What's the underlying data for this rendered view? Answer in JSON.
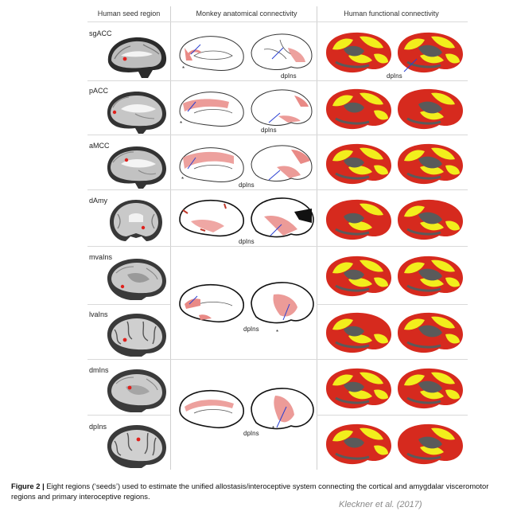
{
  "headers": {
    "seed": "Human seed region",
    "monkey": "Monkey anatomical connectivity",
    "human": "Human functional connectivity"
  },
  "rows": [
    {
      "seed": "sgACC"
    },
    {
      "seed": "pACC"
    },
    {
      "seed": "aMCC"
    },
    {
      "seed": "dAmy"
    },
    {
      "seed": "mvaIns"
    },
    {
      "seed": "lvaIns"
    },
    {
      "seed": "dmIns"
    },
    {
      "seed": "dpIns"
    }
  ],
  "monkey_labels": {
    "dpins": "dpIns",
    "star": "*"
  },
  "caption": {
    "figure_label": "Figure 2 |",
    "text": "Eight regions (‘seeds’) used to estimate the unified allostasis/interoceptive system connecting the cortical and amygdalar visceromotor regions and primary interoceptive regions."
  },
  "credit": "Kleckner et al. (2017)",
  "colors": {
    "brain_gray": "#5a5a5a",
    "activation_red": "#d62a1e",
    "activation_yellow": "#f2ee1c",
    "anatomical_pink": "#e98a86",
    "seed_marker": "#e0201c",
    "arrow_blue": "#2a3fd1"
  }
}
